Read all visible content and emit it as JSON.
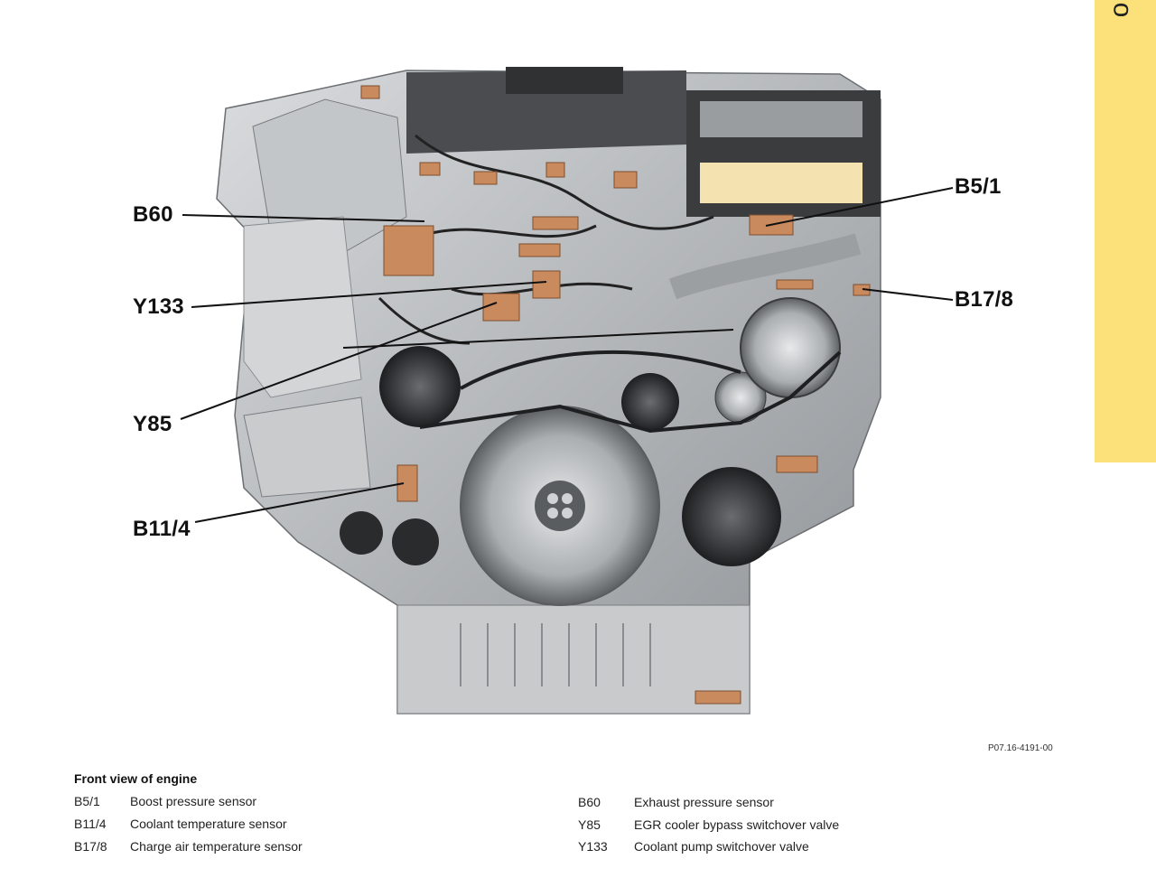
{
  "side_tab": {
    "glyph": "o",
    "color": "#fce07a"
  },
  "callouts": [
    {
      "code": "B60"
    },
    {
      "code": "Y133"
    },
    {
      "code": "Y85"
    },
    {
      "code": "B11/4"
    },
    {
      "code": "B5/1"
    },
    {
      "code": "B17/8"
    }
  ],
  "figure_code": "P07.16-4191-00",
  "caption": {
    "title": "Front view of engine",
    "left_items": [
      {
        "code": "B5/1",
        "desc": "Boost pressure sensor"
      },
      {
        "code": "B11/4",
        "desc": "Coolant temperature sensor"
      },
      {
        "code": "B17/8",
        "desc": "Charge air temperature sensor"
      }
    ],
    "right_items": [
      {
        "code": "B60",
        "desc": "Exhaust pressure sensor"
      },
      {
        "code": "Y85",
        "desc": "EGR cooler bypass switchover valve"
      },
      {
        "code": "Y133",
        "desc": "Coolant pump switchover valve"
      }
    ]
  },
  "colors": {
    "sensor_copper": "#c98a5e",
    "engine_metal": "#b9bcbf",
    "engine_dark": "#3a3c3e",
    "air_filter": "#f4e3b0"
  }
}
